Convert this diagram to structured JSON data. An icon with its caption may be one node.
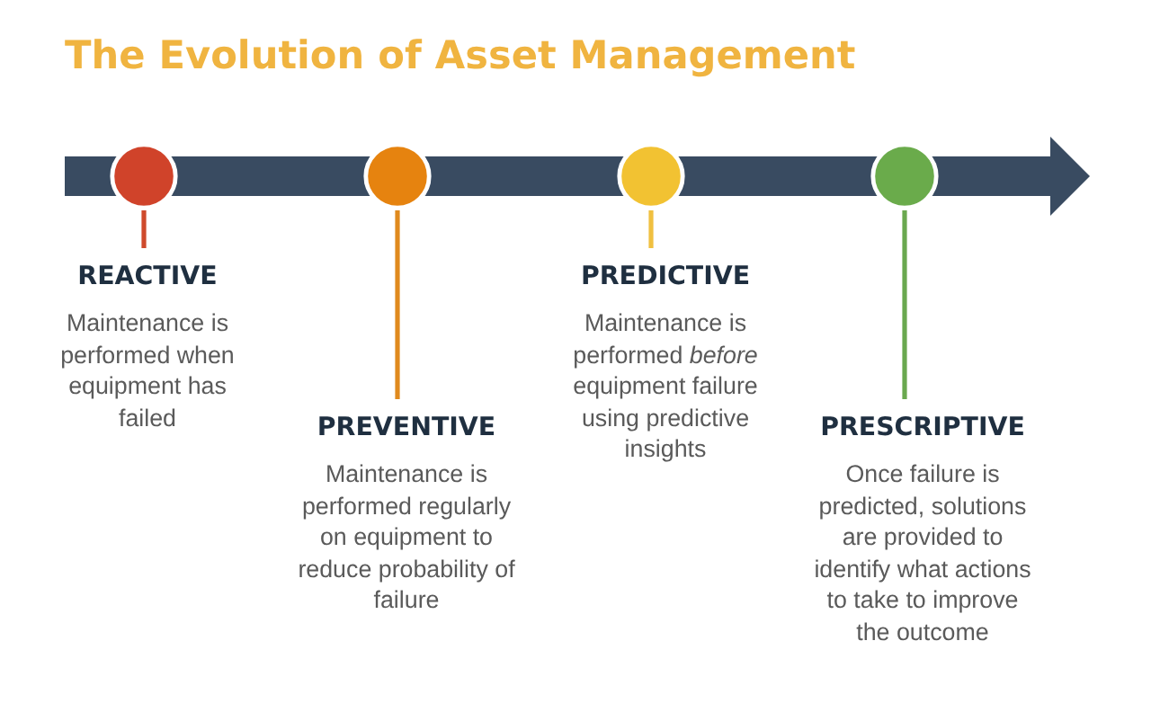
{
  "diagram": {
    "title": "The Evolution of Asset Management",
    "nodes": [
      {
        "text": [],
        "shape": "circle"
      },
      {
        "text": [],
        "shape": "circle"
      },
      {
        "text": [],
        "shape": "circle"
      },
      {
        "text": [],
        "shape": "circle"
      },
      {
        "text": [
          "REACTIVE",
          "Maintenance is performed when equipment has failed"
        ]
      },
      {
        "text": [
          "PREVENTIVE",
          "Maintenance is performed regularly on equipment to reduce probability of failure"
        ]
      },
      {
        "text": [
          "PREDICTIVE",
          "Maintenance is performed *before* equipment failure using predictive insights"
        ]
      },
      {
        "text": [
          "PRESCRIPTIVE",
          "Once failure is predicted, solutions are provided to identify what actions to take to improve the outcome"
        ]
      }
    ],
    "edges": [
      {
        "from": 0,
        "to": 4,
        "arrow": "none",
        "color": "#cf4a2c"
      },
      {
        "from": 1,
        "to": 5,
        "arrow": "none",
        "color": "#e08a1e"
      },
      {
        "from": 2,
        "to": 6,
        "arrow": "none",
        "color": "#f0c040"
      },
      {
        "from": 3,
        "to": 7,
        "arrow": "none",
        "color": "#6aa84f"
      }
    ]
  }
}
